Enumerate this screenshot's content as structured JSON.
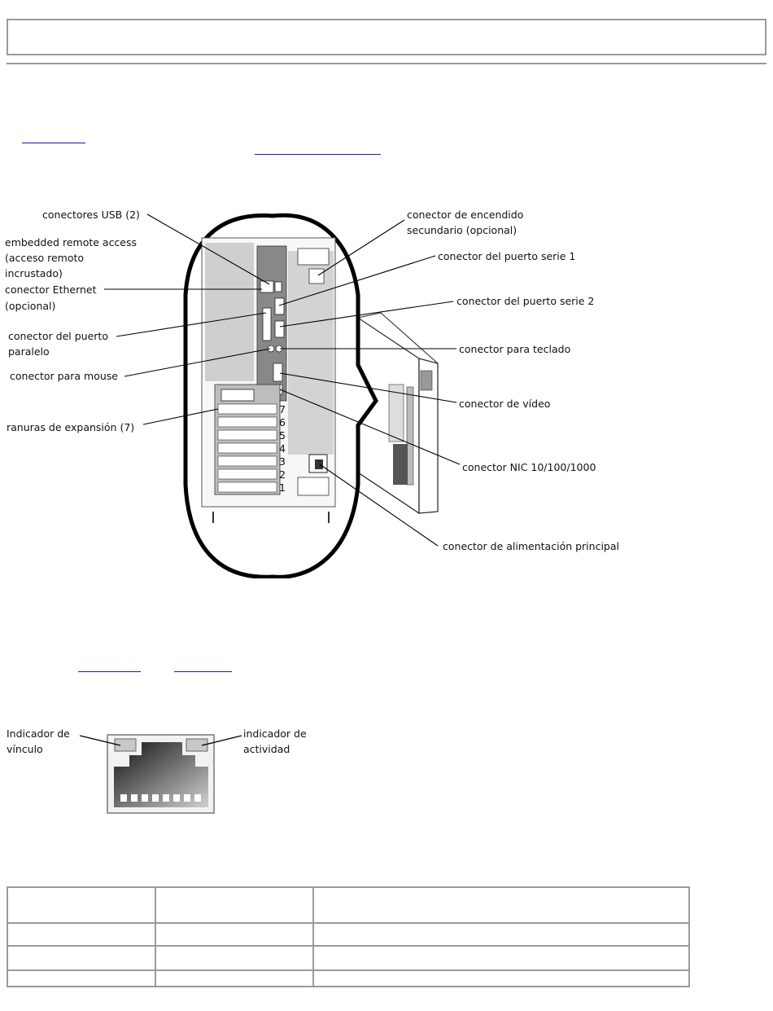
{
  "rear_diagram": {
    "labels": {
      "usb": "conectores USB (2)",
      "embedded_1": "embedded remote access",
      "embedded_2": "(acceso remoto",
      "embedded_3": "incrustado)",
      "ethernet_1": "conector Ethernet",
      "ethernet_2": "(opcional)",
      "parallel_1": "conector del puerto",
      "parallel_2": "paralelo",
      "mouse": "conector para mouse",
      "slots": "ranuras de expansión (7)",
      "secondary_power_1": "conector de encendido",
      "secondary_power_2": "secundario (opcional)",
      "serial1": "conector del puerto serie 1",
      "serial2": "conector del puerto serie 2",
      "keyboard": "conector para teclado",
      "video": "conector de vídeo",
      "nic": "conector NIC 10/100/1000",
      "main_power": "conector de alimentación principal"
    },
    "slot_numbers": [
      "7",
      "6",
      "5",
      "4",
      "3",
      "2",
      "1"
    ]
  },
  "nic_diagram": {
    "link_1": "Indicador de",
    "link_2": "vínculo",
    "activity_1": "indicador de",
    "activity_2": "actividad"
  },
  "status_table": {
    "rows": [
      [
        "",
        "",
        ""
      ],
      [
        "",
        "",
        ""
      ],
      [
        "",
        "",
        ""
      ],
      [
        "",
        "",
        ""
      ]
    ]
  }
}
